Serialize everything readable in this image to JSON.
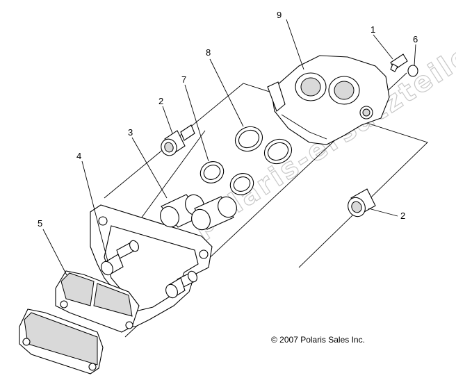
{
  "watermark": "www.polaris-ersatzteile.de",
  "copyright": "© 2007 Polaris Sales Inc.",
  "callouts": {
    "c1": "1",
    "c2a": "2",
    "c2b": "2",
    "c3": "3",
    "c4": "4",
    "c5": "5",
    "c6": "6",
    "c7": "7",
    "c8": "8",
    "c9": "9"
  }
}
